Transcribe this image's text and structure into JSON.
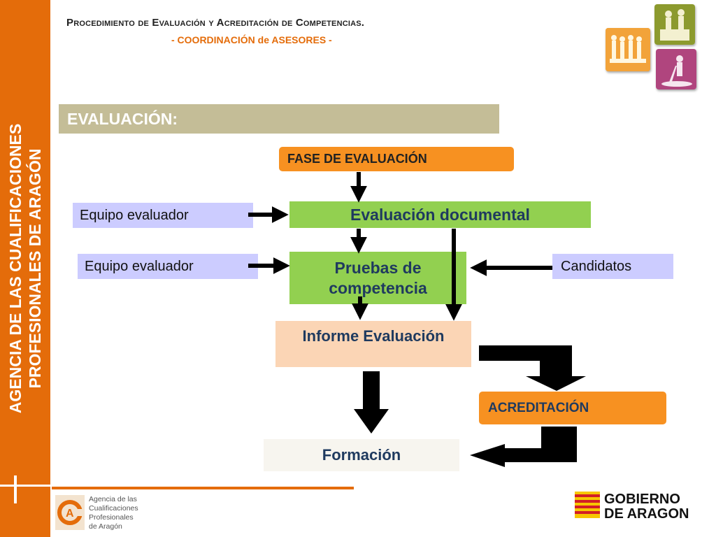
{
  "header": {
    "title": "Procedimiento de Evaluación y Acreditación de Competencias.",
    "subtitle": "- COORDINACIÓN de ASESORES -"
  },
  "sidebar": {
    "text": "AGENCIA DE LAS CUALIFICACIONES\nPROFESIONALES DE ARAGÓN"
  },
  "section": {
    "title": "EVALUACIÓN:"
  },
  "diagram": {
    "fase": "FASE DE EVALUACIÓN",
    "equipo_1": "Equipo evaluador",
    "evaluacion_documental": "Evaluación documental",
    "equipo_2": "Equipo evaluador",
    "pruebas": "Pruebas de competencia",
    "candidatos": "Candidatos",
    "informe": "Informe Evaluación",
    "acreditacion": "ACREDITACIÓN",
    "formacion": "Formación"
  },
  "footer": {
    "agency_logo_text": "Agencia de las Cualificaciones Profesionales de Aragón",
    "gov_logo_text": "GOBIERNO DE ARAGON"
  },
  "colors": {
    "sidebar": "#e46c0a",
    "section_bar": "#c4bd97",
    "orange_box": "#f79121",
    "green_box": "#92d050",
    "lavender_box": "#ccccff",
    "peach_box": "#fbd5b5"
  }
}
